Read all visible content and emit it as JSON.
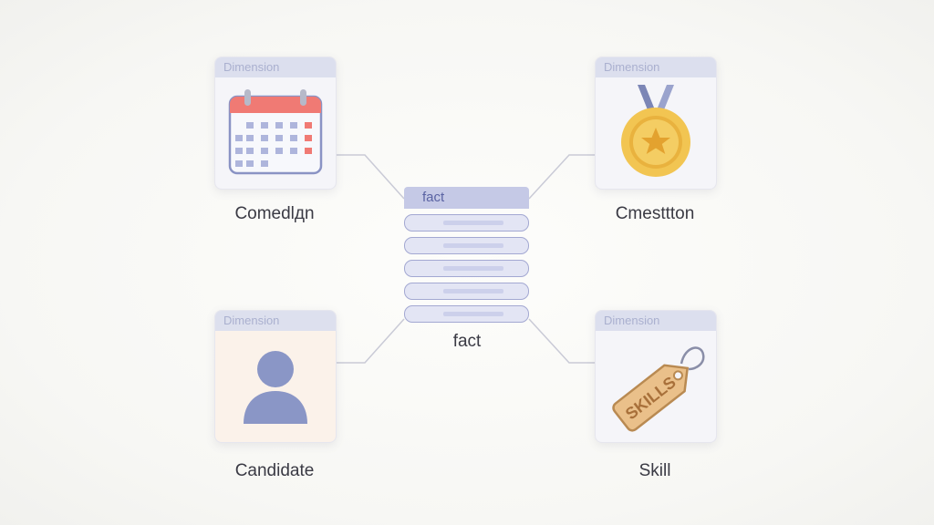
{
  "diagram": {
    "dimension_tab": "Dimension",
    "center": {
      "header": "fact",
      "label": "fact",
      "row_count": 5
    },
    "nodes": {
      "top_left": {
        "tab": "Dimension",
        "label": "Comedlдn",
        "icon": "calendar-icon"
      },
      "top_right": {
        "tab": "Dimension",
        "label": "Cmesttton",
        "icon": "medal-icon"
      },
      "bottom_left": {
        "tab": "Dimension",
        "label": "Candidate",
        "icon": "person-icon"
      },
      "bottom_right": {
        "tab": "Dimension",
        "label": "Skill",
        "icon": "tag-icon",
        "tag_text": "SKILLS"
      }
    },
    "colors": {
      "accent": "#c5c9e6",
      "calendar_red": "#f07a74",
      "medal_gold": "#f2c552",
      "person": "#8a96c6",
      "tag": "#eac08a"
    }
  }
}
